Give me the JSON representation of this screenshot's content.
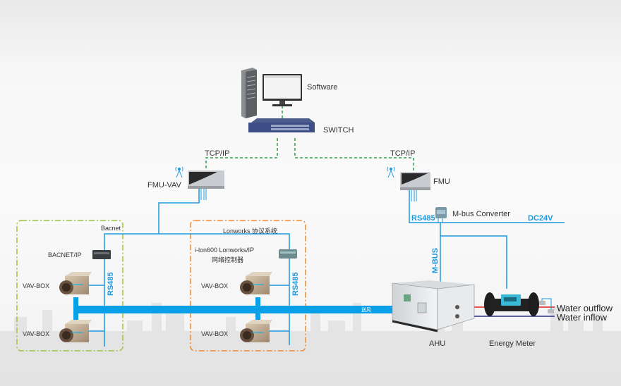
{
  "diagram": {
    "nodes": {
      "software": "Software",
      "switch": "SWITCH",
      "tcpip_left": "TCP/IP",
      "tcpip_right": "TCP/IP",
      "fmu_vav": "FMU-VAV",
      "fmu": "FMU",
      "mbus_converter": "M-bus Converter",
      "dc24v": "DC24V",
      "rs485_fmu": "RS485",
      "mbus": "M-BUS",
      "ahu": "AHU",
      "energy_meter": "Energy Meter",
      "water_outflow": "Water  outflow",
      "water_inflow": "Water  inflow"
    },
    "bacnet_zone": {
      "title": "Bacnet",
      "controller": "BACNET/IP",
      "rs485": "RS485",
      "vav_boxes": [
        "VAV-BOX",
        "VAV-BOX"
      ]
    },
    "lonworks_zone": {
      "title": "Lonworks 协议系统",
      "controller_line1": "i-lon600 Lonworks/IP",
      "controller_line2": "网络控制器",
      "rs485": "RS485",
      "vav_boxes": [
        "VAV-BOX",
        "VAV-BOX"
      ]
    },
    "supply_air_duct": "送风",
    "colors": {
      "ethernet": "#2e9e4a",
      "rs485_bus": "#1a9ae0",
      "duct": "#0aa0e8",
      "bacnet_zone_border": "#9cc43c",
      "lonworks_zone_border": "#f08a2c",
      "water_out": "#e02020",
      "water_in": "#2a2a8a"
    }
  }
}
